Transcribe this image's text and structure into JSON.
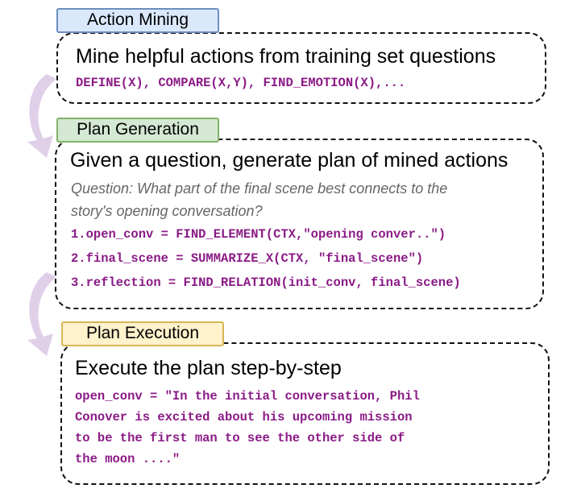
{
  "stages": [
    {
      "label": "Action Mining",
      "heading": "Mine helpful actions from training set questions",
      "code": [
        "DEFINE(X), COMPARE(X,Y), FIND_EMOTION(X),..."
      ]
    },
    {
      "label": "Plan Generation",
      "heading": "Given a question, generate plan of mined actions",
      "question": [
        "Question: What part of the final scene best connects to the",
        "story's opening conversation?"
      ],
      "code": [
        "1.open_conv = FIND_ELEMENT(CTX,\"opening conver..\")",
        "2.final_scene = SUMMARIZE_X(CTX, \"final_scene\")",
        "3.reflection = FIND_RELATION(init_conv, final_scene)"
      ]
    },
    {
      "label": "Plan Execution",
      "heading": "Execute the plan step-by-step",
      "code": [
        "open_conv = \"In the initial conversation, Phil",
        "Conover is excited about his upcoming mission",
        "to be the first man to see the other side of",
        "the moon ....\""
      ]
    }
  ],
  "colors": {
    "code_purple": "#8a1a86",
    "arrow": "#e0cfe8",
    "tag1_fill": "#dae8fc",
    "tag2_fill": "#d5e8d4",
    "tag3_fill": "#fff2cc"
  }
}
